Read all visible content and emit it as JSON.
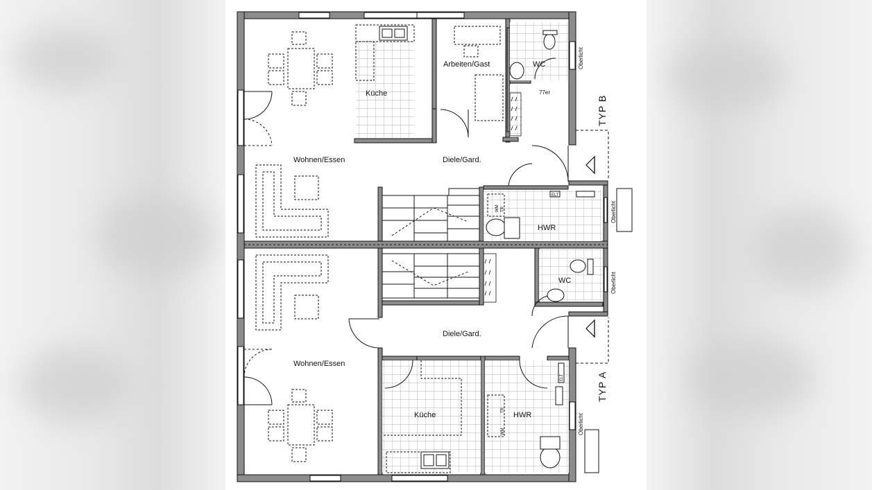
{
  "floorplan": {
    "upper_unit": {
      "type_label": "TYP B",
      "rooms": {
        "kitchen": "Küche",
        "office_guest": "Arbeiten/Gast",
        "wc": "WC",
        "wc_note": "77er",
        "living_dining": "Wohnen/Essen",
        "hall_wardrobe": "Diele/Gard.",
        "utility": "HWR"
      },
      "appliances": {
        "washer": "WM",
        "dryer": "TR",
        "electric": "ELT"
      },
      "skylight": "Oberlicht"
    },
    "lower_unit": {
      "type_label": "TYP A",
      "rooms": {
        "kitchen": "Küche",
        "wc": "WC",
        "living_dining": "Wohnen/Essen",
        "hall_wardrobe": "Diele/Gard.",
        "utility": "HWR"
      },
      "appliances": {
        "washer": "WM",
        "dryer": "TR",
        "electric": "ELT"
      },
      "skylight": "Oberlicht"
    },
    "colors": {
      "wall": "#8c8c8c",
      "outline": "#111111",
      "background": "#ffffff",
      "page": "#e6e6e6"
    }
  }
}
